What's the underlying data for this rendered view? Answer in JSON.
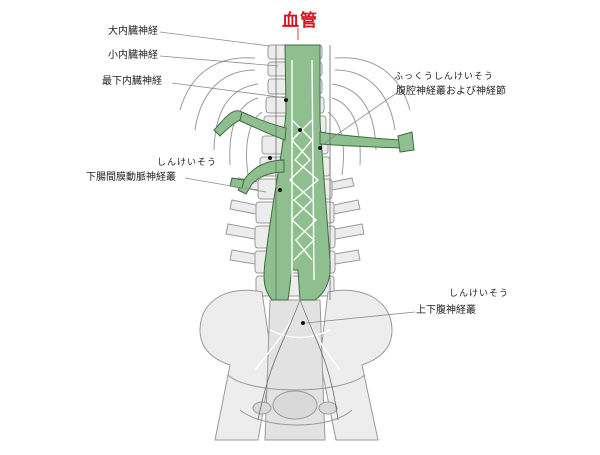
{
  "title": "血管",
  "labels": {
    "greater_splanchnic": "大内臓神経",
    "lesser_splanchnic": "小内臓神経",
    "least_splanchnic": "最下内臓神経",
    "celiac_plexus": "腹腔神経叢および神経節",
    "celiac_plexus_ruby": "ふっくうしんけいそう",
    "intermesenteric_plexus": "下腸間膜動脈神経叢",
    "intermesenteric_plexus_ruby": "しんけいそう",
    "superior_hypogastric_plexus": "上下腹神経叢",
    "superior_hypogastric_plexus_ruby": "しんけいそう"
  },
  "colors": {
    "title_red": "#d8141e",
    "vessel_green": "#8fbf8f",
    "vessel_outline": "#3e6b3e",
    "bone_gray": "#e6e6e6",
    "line_gray": "#8c8c8c"
  }
}
